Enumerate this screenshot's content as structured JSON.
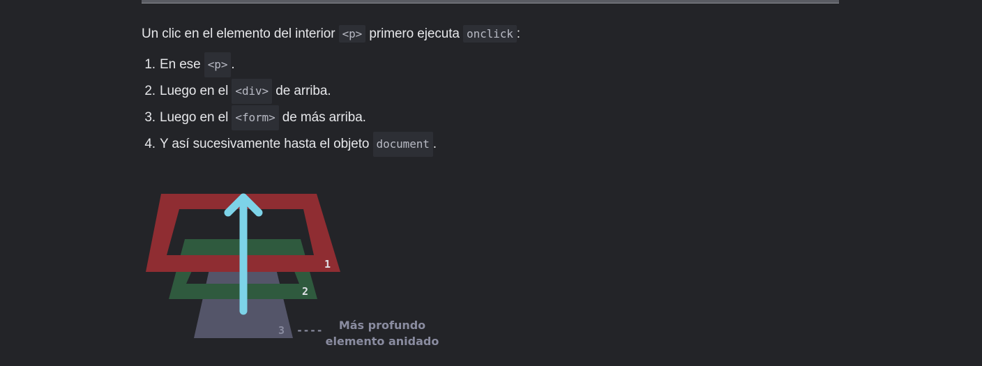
{
  "intro": {
    "prefix": "Un clic en el elemento del interior",
    "code_p": "<p>",
    "middle": "primero ejecuta",
    "code_onclick": "onclick",
    "suffix": ":"
  },
  "steps": [
    {
      "num": "1.",
      "before": "En ese",
      "code": "<p>",
      "after": "."
    },
    {
      "num": "2.",
      "before": "Luego en el",
      "code": "<div>",
      "after": "de arriba."
    },
    {
      "num": "3.",
      "before": "Luego en el",
      "code": "<form>",
      "after": "de más arriba."
    },
    {
      "num": "4.",
      "before": "Y así sucesivamente hasta el objeto",
      "code": "document",
      "after": "."
    }
  ],
  "diagram": {
    "layer_labels": [
      "1",
      "2",
      "3"
    ],
    "dash": "----",
    "note_line1": "Más profundo",
    "note_line2": "elemento anidado",
    "colors": {
      "layer1": "#8f2d32",
      "layer2": "#2f5a3e",
      "layer3": "#545569",
      "arrow": "#7dd3e8",
      "note": "#8a8ca0"
    }
  }
}
